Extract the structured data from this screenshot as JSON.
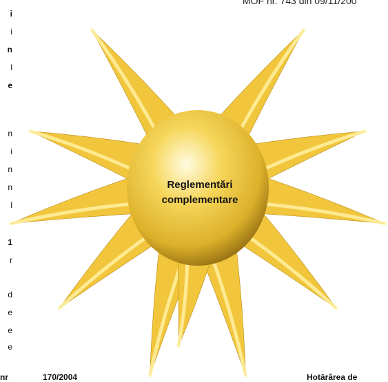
{
  "header_fragment": "MOF nr. 743 din 09/11/200",
  "center_label_line1": "Reglementări",
  "center_label_line2": "complementare",
  "left_column_fragments": [
    {
      "text": "i",
      "bold": true
    },
    {
      "text": "i",
      "bold": false
    },
    {
      "text": "n",
      "bold": true
    },
    {
      "text": "l",
      "bold": false
    },
    {
      "text": "e",
      "bold": true
    },
    {
      "text": "n",
      "bold": false
    },
    {
      "text": "i",
      "bold": false
    },
    {
      "text": "n",
      "bold": false
    },
    {
      "text": "n",
      "bold": false
    },
    {
      "text": "l",
      "bold": false
    },
    {
      "text": "1",
      "bold": true
    },
    {
      "text": "r",
      "bold": false
    },
    {
      "text": "d",
      "bold": false
    },
    {
      "text": "e",
      "bold": false
    },
    {
      "text": "e",
      "bold": false
    },
    {
      "text": "e",
      "bold": false
    }
  ],
  "bottom_left_fragment": "nr",
  "bottom_mid_fragment": "170/2004",
  "bottom_right_fragment": "Hotărârea    de",
  "colors": {
    "sun_light": "#fff5b0",
    "sun_mid": "#f3cc45",
    "sun_dark": "#9a7410",
    "ray_light": "#fff2a8",
    "ray_mid": "#f2c63c",
    "ray_dark": "#b88a18"
  }
}
